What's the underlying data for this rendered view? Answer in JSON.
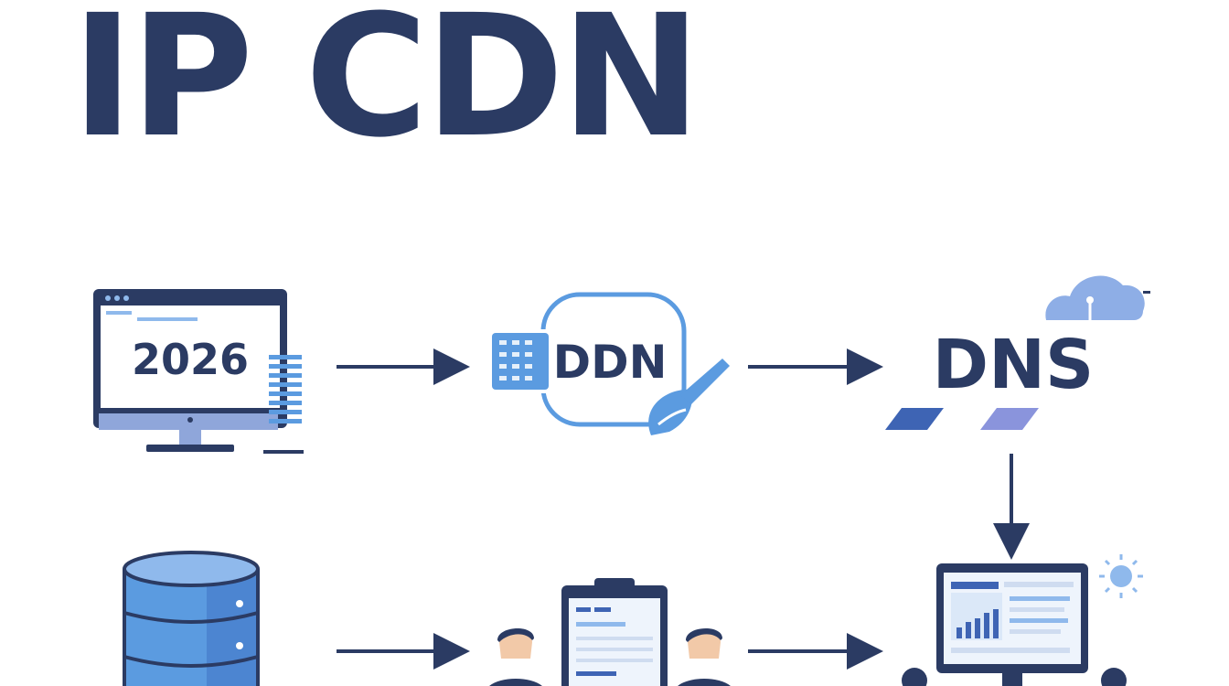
{
  "title": "IP CDN",
  "nodes": {
    "monitor": {
      "label": "2026"
    },
    "ddn": {
      "label": "DDN"
    },
    "dns": {
      "label": "DNS"
    }
  },
  "colors": {
    "navy": "#2b3b63",
    "blue": "#5b9be0",
    "light_blue": "#8fb9ec",
    "pale_blue": "#dbe8f8",
    "cloud": "#8eaee6",
    "arrow": "#2b3b63"
  }
}
